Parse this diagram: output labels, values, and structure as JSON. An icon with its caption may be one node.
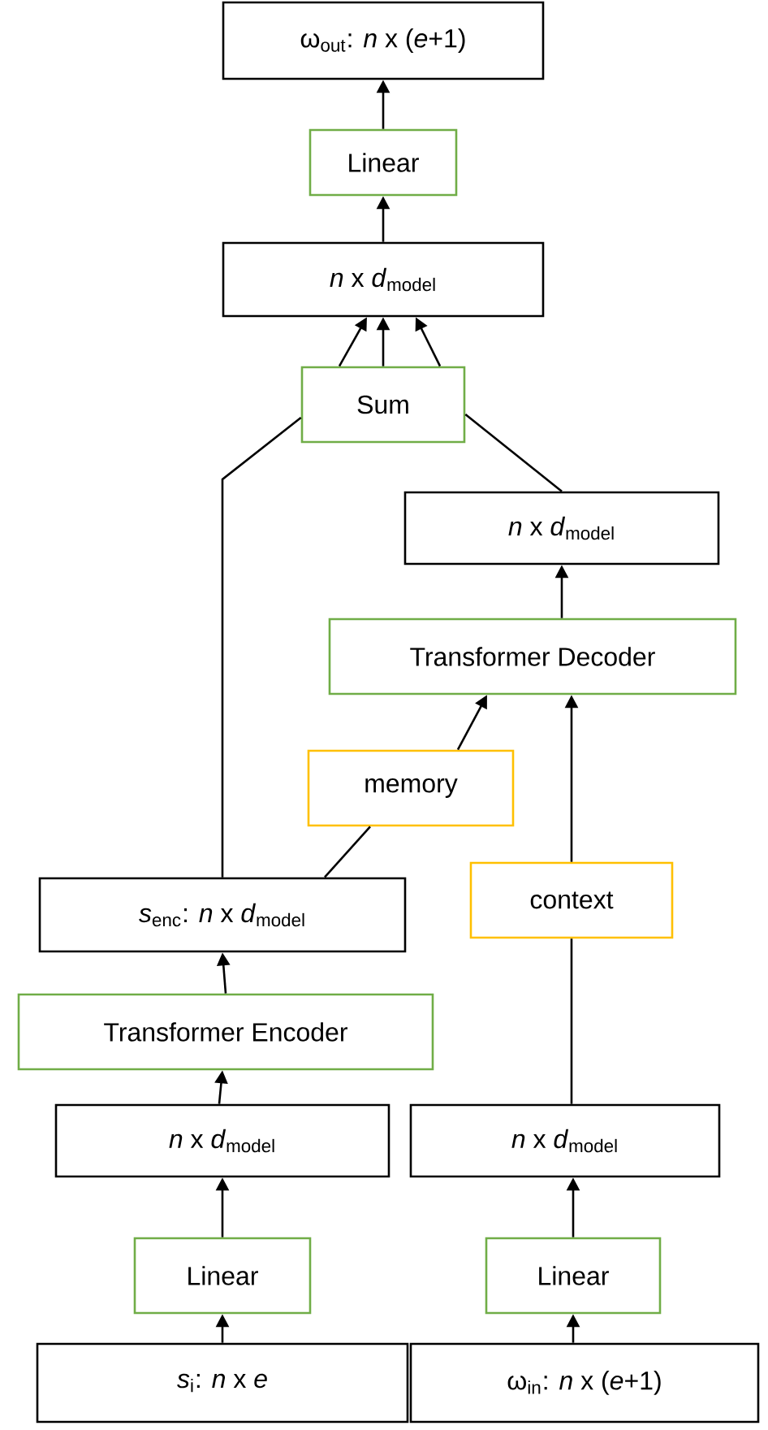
{
  "diagram": {
    "nodes": [
      {
        "text": [
          "ω$_{out}$: *n* x (*e*+1)"
        ]
      },
      {
        "text": [
          "Linear"
        ]
      },
      {
        "text": [
          "*n* x *d*$_{model}$"
        ]
      },
      {
        "text": [
          "Sum"
        ]
      },
      {
        "text": [
          "*n* x *d*$_{model}$"
        ]
      },
      {
        "text": [
          "Transformer Decoder"
        ]
      },
      {
        "text": [
          "memory"
        ]
      },
      {
        "text": [
          "*s*$_{enc}$: *n* x *d*$_{model}$"
        ]
      },
      {
        "text": [
          "context"
        ]
      },
      {
        "text": [
          "Transformer Encoder"
        ]
      },
      {
        "text": [
          "*n* x *d*$_{model}$"
        ]
      },
      {
        "text": [
          "*n* x *d*$_{model}$"
        ]
      },
      {
        "text": [
          "Linear"
        ]
      },
      {
        "text": [
          "Linear"
        ]
      },
      {
        "text": [
          "*s*$_{i}$: *n* x *e*"
        ]
      },
      {
        "text": [
          "ω$_{in}$: *n* x (*e*+1)"
        ]
      }
    ],
    "edges": [
      {
        "from": 14,
        "to": 12,
        "arrow": "to"
      },
      {
        "from": 15,
        "to": 13,
        "arrow": "to"
      },
      {
        "from": 12,
        "to": 10,
        "arrow": "to"
      },
      {
        "from": 13,
        "to": 11,
        "arrow": "to"
      },
      {
        "from": 10,
        "to": 9,
        "arrow": "to"
      },
      {
        "from": 9,
        "to": 7,
        "arrow": "to"
      },
      {
        "from": 7,
        "to": 6,
        "arrow": "none"
      },
      {
        "from": 6,
        "to": 5,
        "arrow": "to"
      },
      {
        "from": 11,
        "to": 8,
        "arrow": "none"
      },
      {
        "from": 8,
        "to": 5,
        "arrow": "to"
      },
      {
        "from": 5,
        "to": 4,
        "arrow": "to"
      },
      {
        "from": 7,
        "to": 3,
        "arrow": "none"
      },
      {
        "from": 4,
        "to": 3,
        "arrow": "none"
      },
      {
        "from": 3,
        "to": 2,
        "arrow": "to"
      },
      {
        "from": 3,
        "to": 2,
        "arrow": "to"
      },
      {
        "from": 3,
        "to": 2,
        "arrow": "to"
      },
      {
        "from": 2,
        "to": 1,
        "arrow": "to"
      },
      {
        "from": 1,
        "to": 0,
        "arrow": "to"
      }
    ]
  }
}
